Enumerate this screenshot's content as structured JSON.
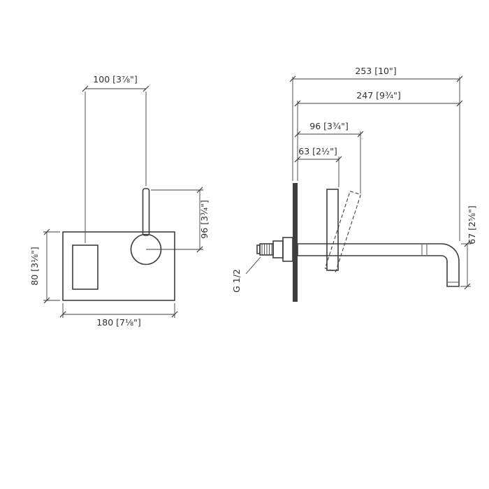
{
  "drawing": {
    "front_view": {
      "dim_handle_to_spout": "100 [3⅞\"]",
      "dim_lever_height": "96 [3¾\"]",
      "dim_plate_height": "80 [3⅛\"]",
      "dim_plate_width": "180 [7⅛\"]"
    },
    "side_view": {
      "dim_total_projection": "253 [10\"]",
      "dim_spout_projection": "247 [9¾\"]",
      "dim_lever_reach": "96 [3¾\"]",
      "dim_lever_depth": "63 [2½\"]",
      "dim_outlet_drop": "67 [2⅝\"]",
      "thread_label": "G 1/2"
    }
  }
}
